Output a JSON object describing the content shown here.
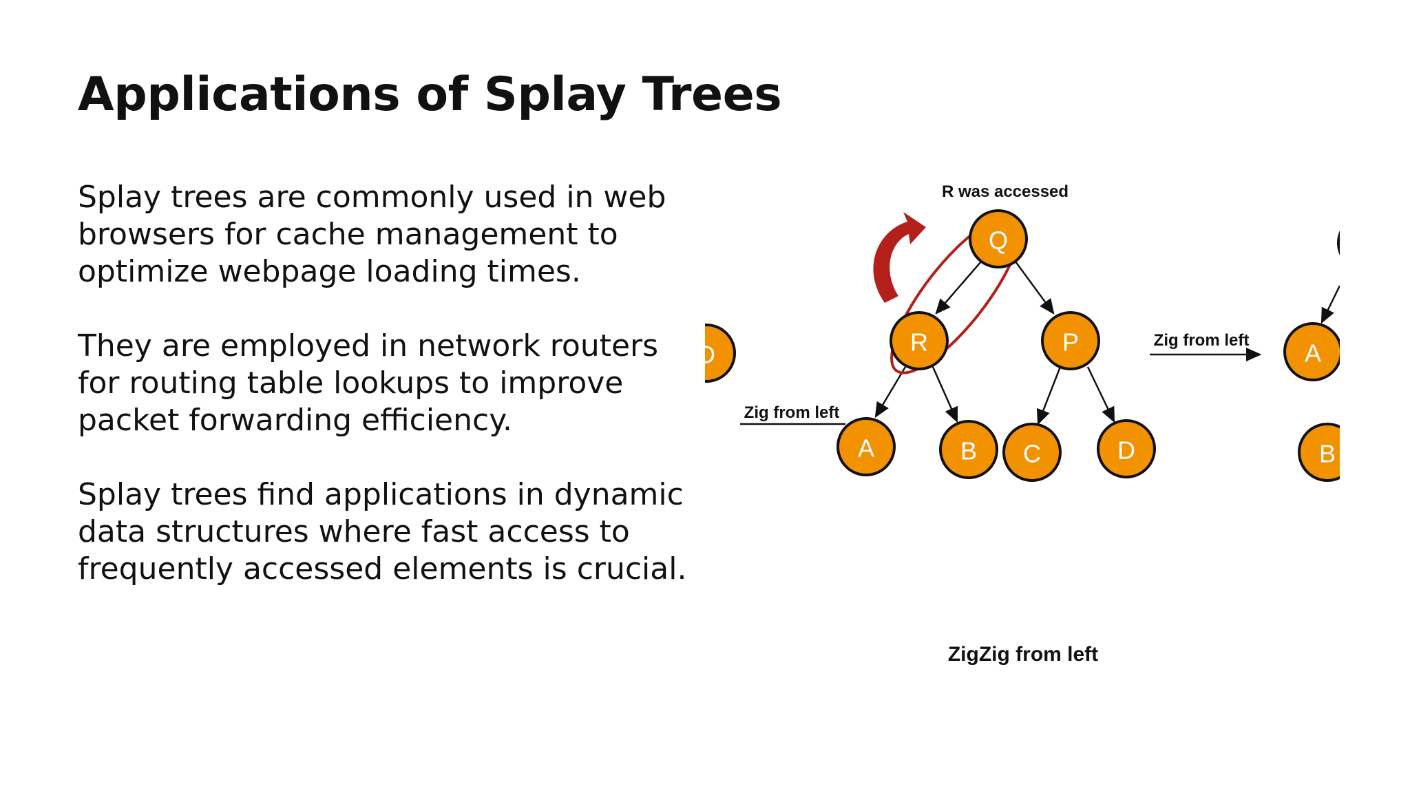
{
  "title": "Applications of Splay Trees",
  "paragraphs": [
    "Splay trees are commonly used in web browsers for cache management to optimize webpage loading times.",
    "They are employed in network routers for routing table lookups to improve packet forwarding efficiency.",
    "Splay trees find applications in dynamic data structures where fast access to frequently accessed elements is crucial."
  ],
  "diagram": {
    "annotation": "R was accessed",
    "zig_left_label": "Zig from left",
    "zig_right_label": "Zig from left",
    "caption": "ZigZig from left",
    "nodes": {
      "Q": "Q",
      "R": "R",
      "P": "P",
      "A": "A",
      "B": "B",
      "C": "C",
      "D": "D",
      "left_partial": "D",
      "right_A": "A",
      "right_B": "B"
    },
    "colors": {
      "node": "#f39200",
      "highlight": "#b3201a"
    }
  }
}
